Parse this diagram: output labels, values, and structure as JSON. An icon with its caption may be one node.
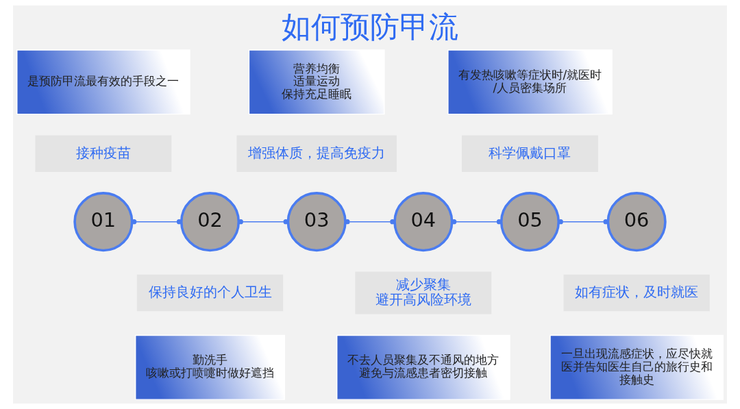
{
  "diagram": {
    "title": "如何预防甲流",
    "nodes": [
      {
        "text": [
          "是预防甲流最有效的手段之一"
        ]
      },
      {
        "text": [
          "营养均衡",
          "适量运动",
          "保持充足睡眠"
        ]
      },
      {
        "text": [
          "有发热咳嗽等症状时/就医时/人员密集场所"
        ]
      },
      {
        "text": [
          "接种疫苗"
        ]
      },
      {
        "text": [
          "增强体质，提高免疫力"
        ]
      },
      {
        "text": [
          "科学佩戴口罩"
        ]
      },
      {
        "text": [
          "01"
        ]
      },
      {
        "text": [
          "02"
        ]
      },
      {
        "text": [
          "03"
        ]
      },
      {
        "text": [
          "04"
        ]
      },
      {
        "text": [
          "05"
        ]
      },
      {
        "text": [
          "06"
        ]
      },
      {
        "text": [
          "保持良好的个人卫生"
        ]
      },
      {
        "text": [
          "减少聚集",
          "避开高风险环境"
        ]
      },
      {
        "text": [
          "如有症状，及时就医"
        ]
      },
      {
        "text": [
          "勤洗手",
          "咳嗽或打喷嚏时做好遮挡"
        ]
      },
      {
        "text": [
          "不去人员聚集及不通风的地方",
          "避免与流感患者密切接触"
        ]
      },
      {
        "text": [
          "一旦出现流感症状，应尽快就医并告知医生自己的旅行史和接触史"
        ]
      }
    ],
    "edges": [
      {
        "from": 6,
        "to": 7,
        "arrow": "other"
      },
      {
        "from": 7,
        "to": 8,
        "arrow": "other"
      },
      {
        "from": 8,
        "to": 9,
        "arrow": "other"
      },
      {
        "from": 9,
        "to": 10,
        "arrow": "other"
      },
      {
        "from": 10,
        "to": 11,
        "arrow": "other"
      }
    ]
  }
}
